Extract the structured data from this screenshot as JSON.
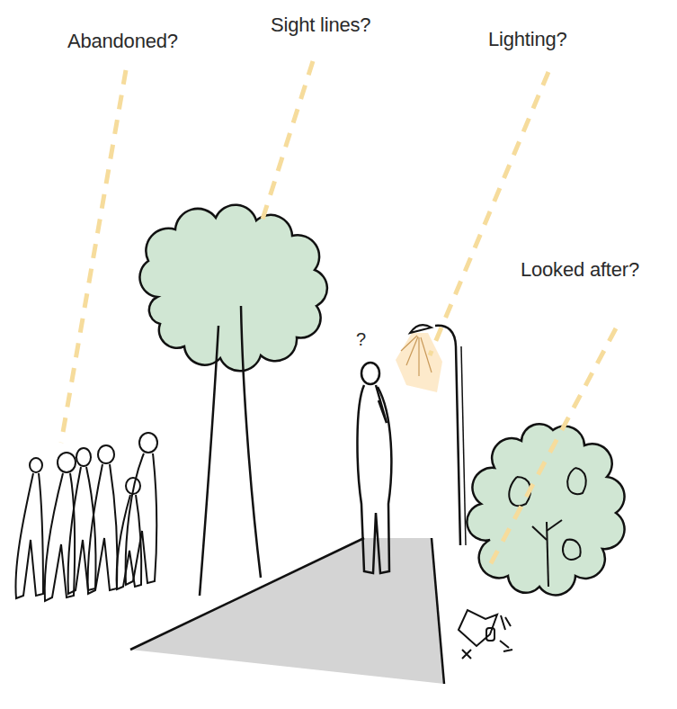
{
  "diagram": {
    "labels": [
      "Abandoned?",
      "Sight lines?",
      "Lighting?",
      "Looked after?",
      "?"
    ]
  }
}
